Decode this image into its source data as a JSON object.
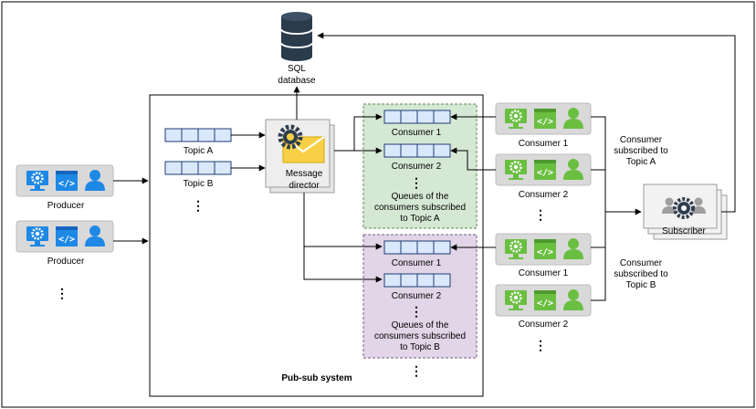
{
  "database": {
    "line1": "SQL",
    "line2": "database"
  },
  "producers": [
    {
      "label": "Producer"
    },
    {
      "label": "Producer"
    }
  ],
  "ellipsis": "⋮",
  "pubsub": {
    "label": "Pub-sub system",
    "topics": [
      {
        "label": "Topic A"
      },
      {
        "label": "Topic B"
      }
    ],
    "director": {
      "line1": "Message",
      "line2": "director"
    },
    "group_a": {
      "queues": [
        {
          "label": "Consumer 1"
        },
        {
          "label": "Consumer 2"
        }
      ],
      "caption": [
        "Queues of the",
        "consumers subscribed",
        "to Topic A"
      ],
      "color": "#d5e8d4"
    },
    "group_b": {
      "queues": [
        {
          "label": "Consumer 1"
        },
        {
          "label": "Consumer 2"
        }
      ],
      "caption": [
        "Queues of the",
        "consumers subscribed",
        "to Topic B"
      ],
      "color": "#e1d5e7"
    }
  },
  "consumers_a": [
    {
      "label": "Consumer 1"
    },
    {
      "label": "Consumer 2"
    }
  ],
  "consumers_b": [
    {
      "label": "Consumer 1"
    },
    {
      "label": "Consumer 2"
    }
  ],
  "notes": {
    "topic_a": [
      "Consumer",
      "subscribed to",
      "Topic A"
    ],
    "topic_b": [
      "Consumer",
      "subscribed to",
      "Topic B"
    ]
  },
  "subscriber": {
    "label": "Subscriber"
  },
  "icons": {
    "desktop": "desktop-gear-icon",
    "code": "code-window-icon",
    "user": "user-icon",
    "database": "database-icon",
    "envelope": "envelope-icon",
    "group": "user-group-icon"
  },
  "colors": {
    "producer_icon": "#1e88e5",
    "consumer_icon": "#6abf40",
    "queue_fill": "#dae8fc",
    "queue_stroke": "#1f3b73"
  }
}
